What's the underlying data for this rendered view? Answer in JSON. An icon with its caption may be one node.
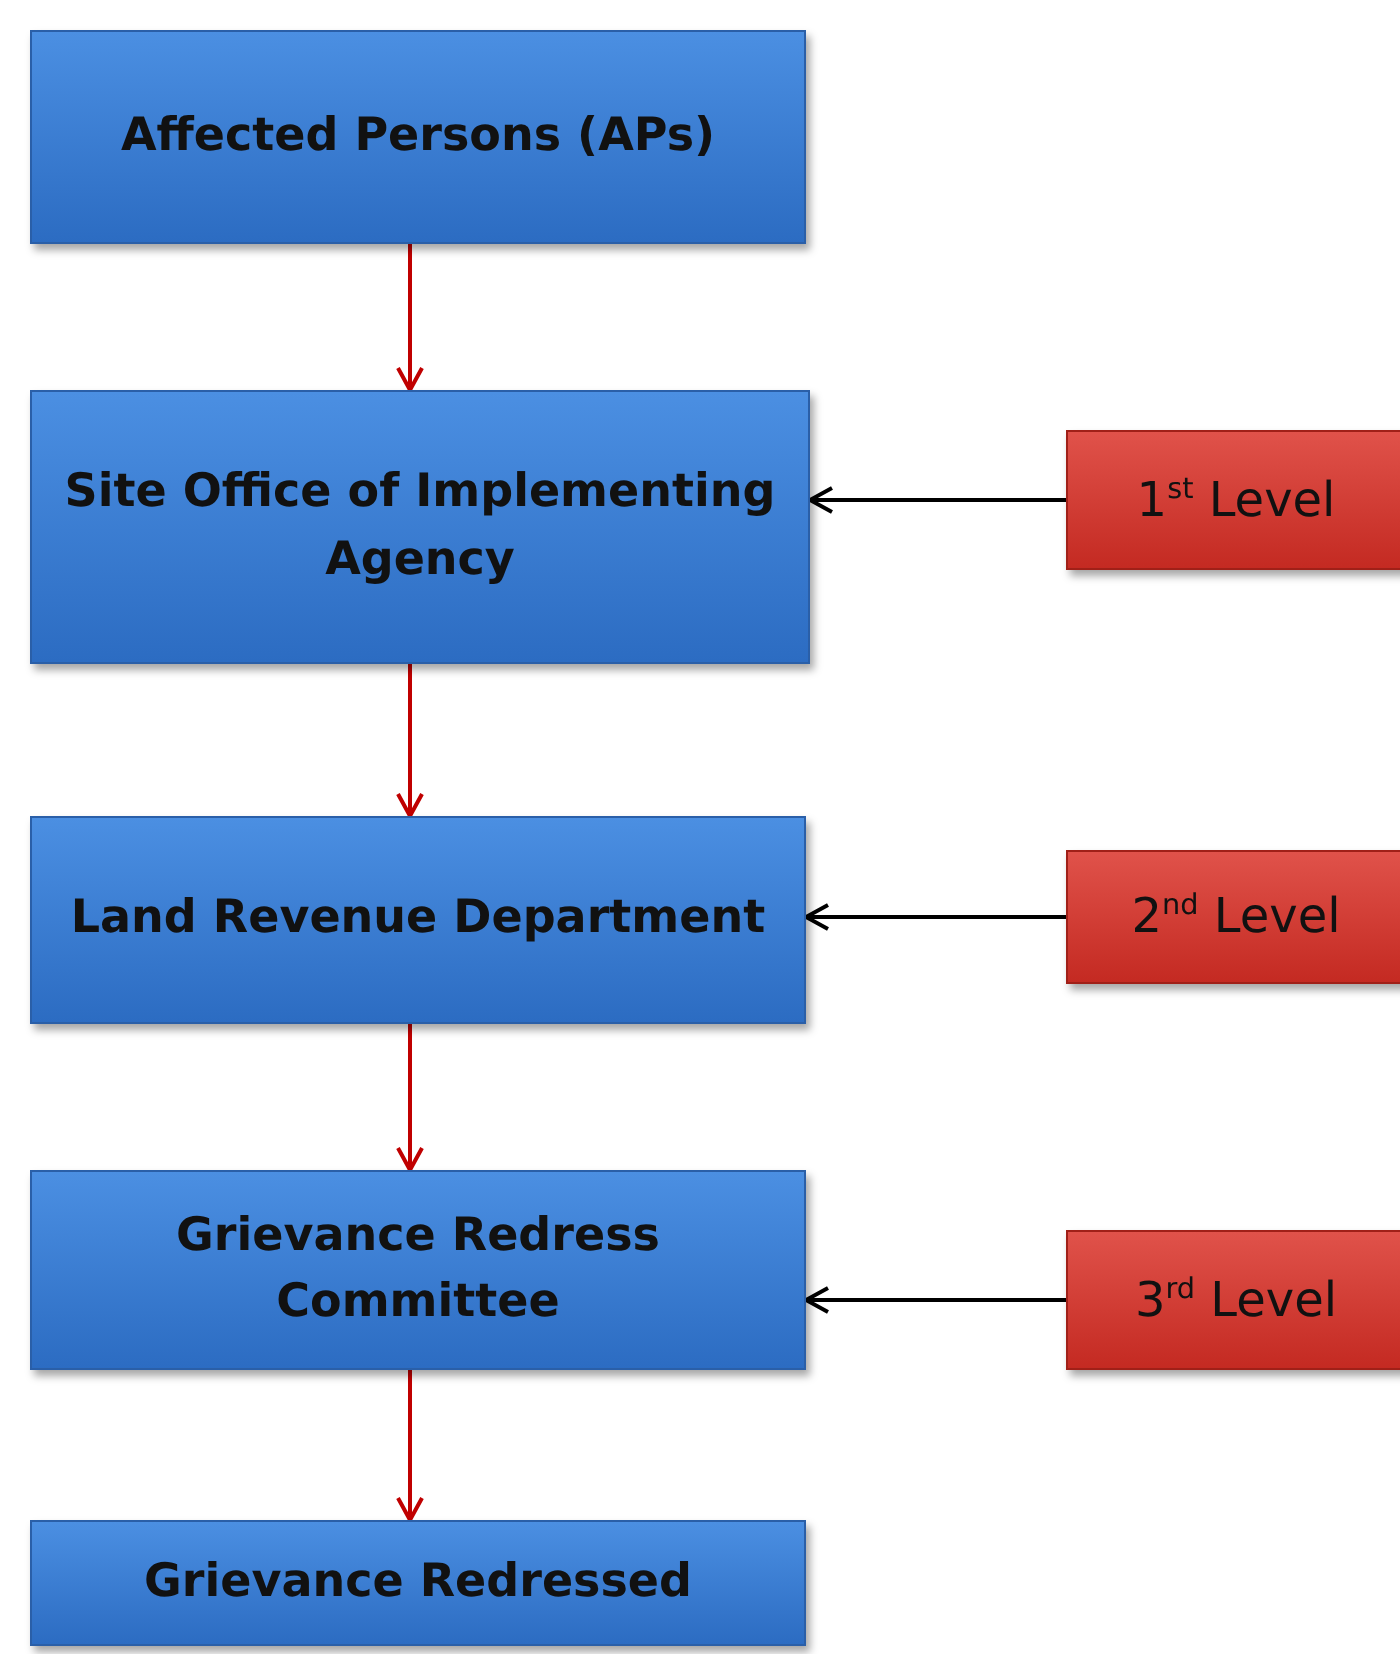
{
  "diagram": {
    "nodes": [
      {
        "text": [
          "Affected Persons (APs)"
        ]
      },
      {
        "text": [
          "Site Office of Implementing Agency"
        ]
      },
      {
        "text": [
          "Land Revenue Department"
        ]
      },
      {
        "text": [
          "Grievance Redress Committee"
        ]
      },
      {
        "text": [
          "Grievance Redressed"
        ]
      },
      {
        "text": [
          "1$^{st}$ Level"
        ]
      },
      {
        "text": [
          "2$^{nd}$ Level"
        ]
      },
      {
        "text": [
          "3$^{rd}$ Level"
        ]
      }
    ],
    "edges": [
      {
        "from": 0,
        "to": 1,
        "arrow": "to"
      },
      {
        "from": 1,
        "to": 2,
        "arrow": "to"
      },
      {
        "from": 2,
        "to": 3,
        "arrow": "to"
      },
      {
        "from": 3,
        "to": 4,
        "arrow": "to"
      },
      {
        "from": 5,
        "to": 1,
        "arrow": "to",
        "color": "#000000"
      },
      {
        "from": 6,
        "to": 2,
        "arrow": "to",
        "color": "#000000"
      },
      {
        "from": 7,
        "to": 3,
        "arrow": "to",
        "color": "#000000"
      }
    ]
  }
}
